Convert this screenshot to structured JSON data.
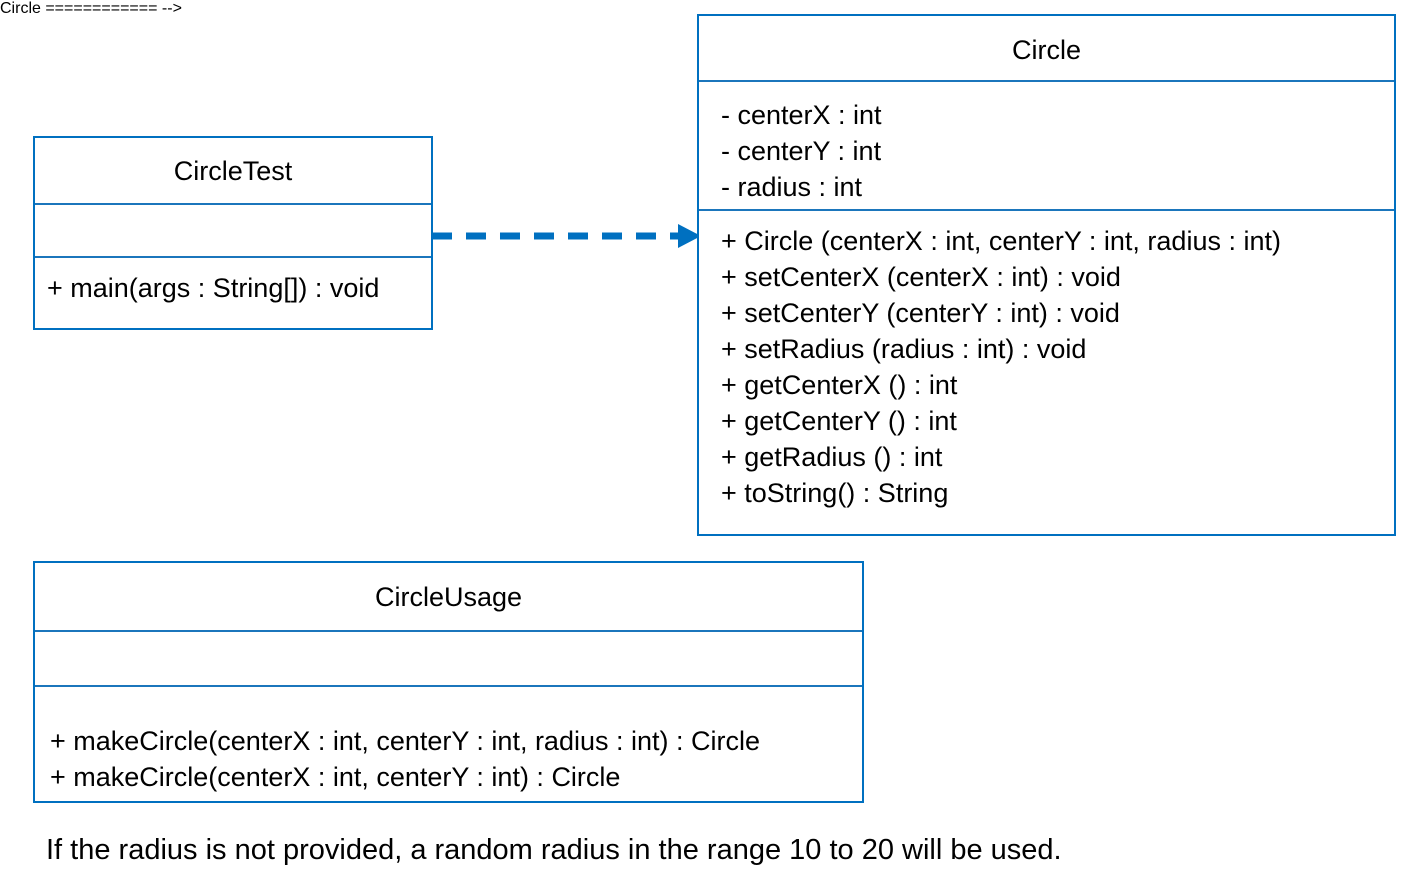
{
  "diagram": {
    "type": "uml-class-diagram",
    "accent_color": "#0070C0",
    "divider_color": "#1B76BC",
    "text_color": "#000000",
    "background": "#ffffff"
  },
  "classes": {
    "circle_test": {
      "name": "CircleTest",
      "attributes": [],
      "operations": [
        "+ main(args : String[]) : void"
      ]
    },
    "circle": {
      "name": "Circle",
      "attributes": [
        "- centerX : int",
        "- centerY : int",
        "- radius : int"
      ],
      "operations": [
        "+ Circle (centerX : int, centerY : int, radius : int)",
        "+ setCenterX (centerX : int) : void",
        "+ setCenterY (centerY : int) : void",
        "+ setRadius (radius : int) : void",
        "+ getCenterX () : int",
        "+ getCenterY () : int",
        "+ getRadius () : int",
        "+ toString() : String"
      ]
    },
    "circle_usage": {
      "name": "CircleUsage",
      "attributes": [],
      "operations": [
        "+ makeCircle(centerX : int, centerY : int, radius : int) : Circle",
        "+ makeCircle(centerX : int, centerY : int) : Circle"
      ]
    }
  },
  "relationships": [
    {
      "id": "dependency",
      "kind": "dependency",
      "line_style": "dashed",
      "from": "CircleTest",
      "to": "Circle",
      "arrow_head": "open-filled-triangle",
      "color": "#0070C0"
    }
  ],
  "caption": {
    "text": "If the radius is not provided, a random radius in the range 10 to 20 will be used."
  }
}
